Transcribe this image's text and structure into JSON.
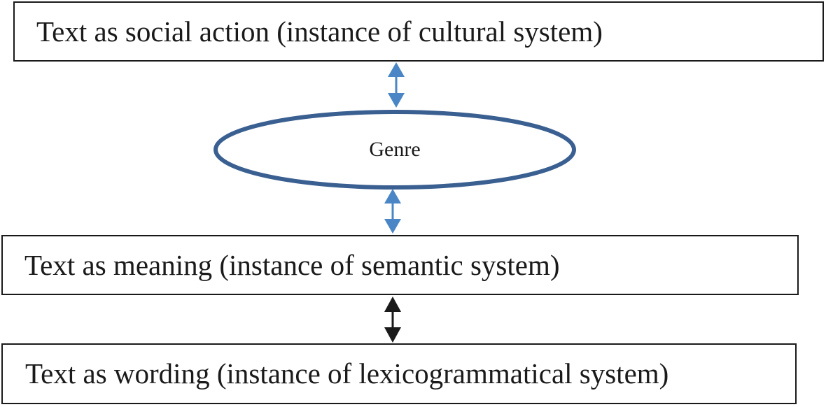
{
  "boxes": {
    "top": "Text as social action (instance of cultural system)",
    "middle": "Text as meaning (instance of semantic system)",
    "bottom": "Text as wording (instance of lexicogrammatical system)"
  },
  "genre": {
    "label": "Genre"
  },
  "colors": {
    "box_border": "#1a1a1a",
    "ellipse_stroke": "#3a5f91",
    "blue_arrow": "#4a86c6",
    "black_arrow": "#1a1a1a",
    "text": "#1a1a1a"
  },
  "connectors": [
    {
      "from": "top",
      "to": "genre",
      "style": "double-headed",
      "color": "blue"
    },
    {
      "from": "genre",
      "to": "middle",
      "style": "double-headed",
      "color": "blue"
    },
    {
      "from": "middle",
      "to": "bottom",
      "style": "double-headed",
      "color": "black"
    }
  ]
}
